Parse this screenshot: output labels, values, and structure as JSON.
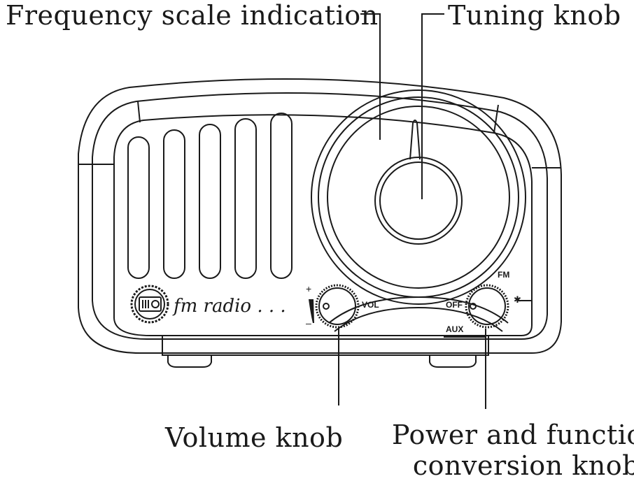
{
  "callouts": {
    "frequency_scale": "Frequency scale indication",
    "tuning_knob": "Tuning knob",
    "volume_knob": "Volume knob",
    "power_knob_line1": "Power and function",
    "power_knob_line2": "conversion knob"
  },
  "device": {
    "brand_text": "fm radio . . .",
    "vol_label": "VOL",
    "off_label": "OFF",
    "fm_label": "FM",
    "aux_label": "AUX",
    "plus_sign": "+",
    "minus_sign": "–",
    "bluetooth_symbol": "✱"
  },
  "colors": {
    "line": "#1a1a1a",
    "background": "#ffffff"
  }
}
